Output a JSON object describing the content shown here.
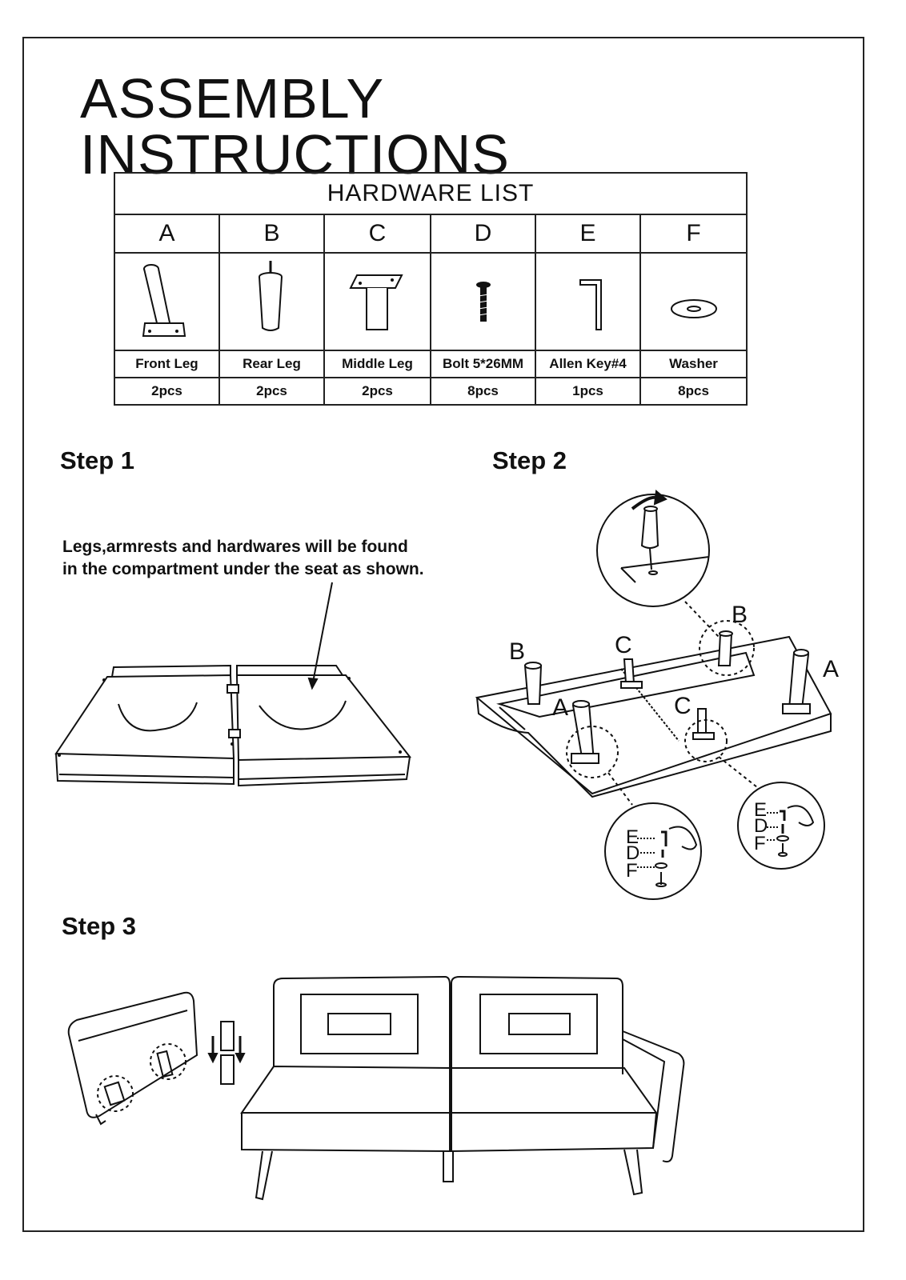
{
  "page": {
    "title": "ASSEMBLY INSTRUCTIONS"
  },
  "hardware": {
    "heading": "HARDWARE LIST",
    "items": [
      {
        "letter": "A",
        "name": "Front Leg",
        "qty": "2pcs",
        "icon": "front-leg-icon"
      },
      {
        "letter": "B",
        "name": "Rear Leg",
        "qty": "2pcs",
        "icon": "rear-leg-icon"
      },
      {
        "letter": "C",
        "name": "Middle Leg",
        "qty": "2pcs",
        "icon": "middle-leg-icon"
      },
      {
        "letter": "D",
        "name": "Bolt 5*26MM",
        "qty": "8pcs",
        "icon": "bolt-icon"
      },
      {
        "letter": "E",
        "name": "Allen Key#4",
        "qty": "1pcs",
        "icon": "allen-key-icon"
      },
      {
        "letter": "F",
        "name": "Washer",
        "qty": "8pcs",
        "icon": "washer-icon"
      }
    ]
  },
  "steps": {
    "step1": {
      "label": "Step 1",
      "note_line1": "Legs,armrests and hardwares will be found",
      "note_line2": "in the compartment under the seat as shown."
    },
    "step2": {
      "label": "Step 2",
      "callouts": [
        "B",
        "C",
        "A",
        "B",
        "C",
        "A"
      ],
      "detail_labels": [
        "E",
        "D",
        "F"
      ]
    },
    "step3": {
      "label": "Step 3"
    }
  }
}
